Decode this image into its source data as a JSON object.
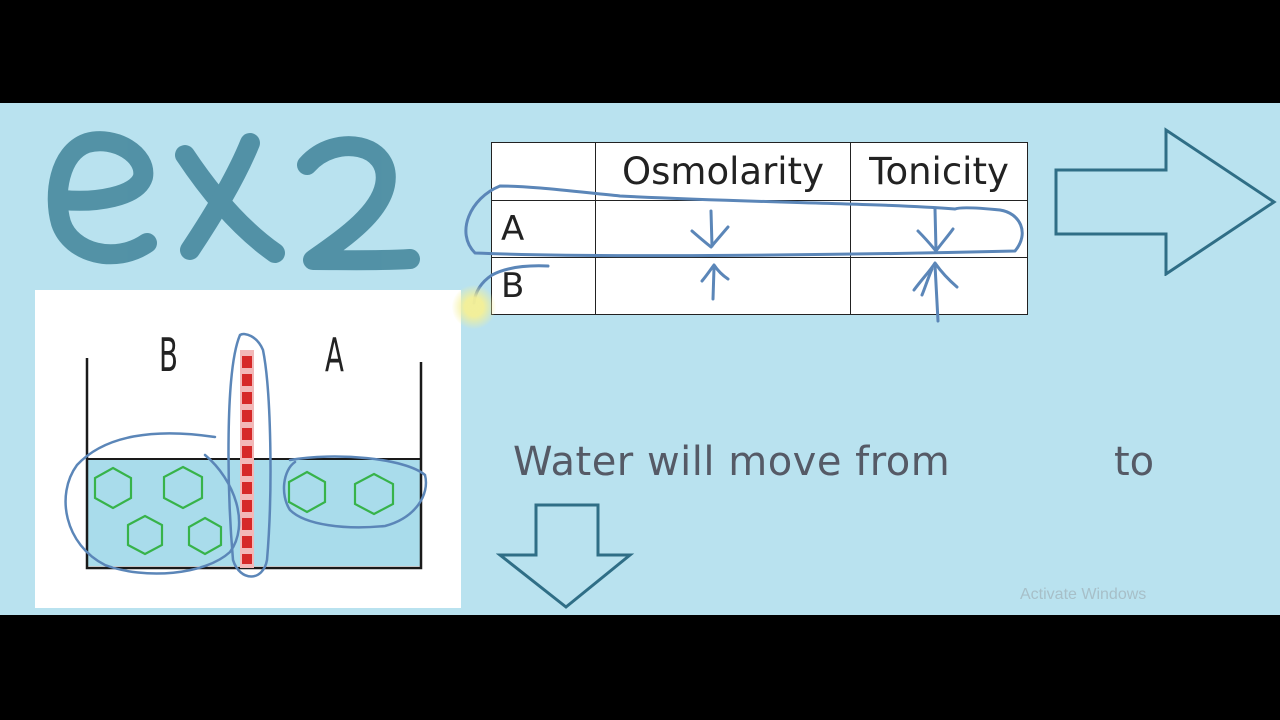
{
  "title": "ex2",
  "table": {
    "headers": [
      "",
      "Osmolarity",
      "Tonicity"
    ],
    "rows": [
      {
        "label": "A",
        "osmolarity": "down-arrow",
        "tonicity": "down-arrow"
      },
      {
        "label": "B",
        "osmolarity": "up-arrow",
        "tonicity": "up-arrow"
      }
    ]
  },
  "diagram": {
    "labels": {
      "left": "B",
      "right": "A"
    }
  },
  "sentence": {
    "part1": "Water will move from",
    "part2": "to"
  },
  "watermark": "Activate Windows",
  "colors": {
    "background": "#b9e2ef",
    "pen": "#5b86b8",
    "title_ink": "#4a8ba0",
    "arrow_outline": "#2f6e86",
    "hexagon": "#37b34a",
    "membrane": "#d62828",
    "solution": "#a9dceb"
  }
}
